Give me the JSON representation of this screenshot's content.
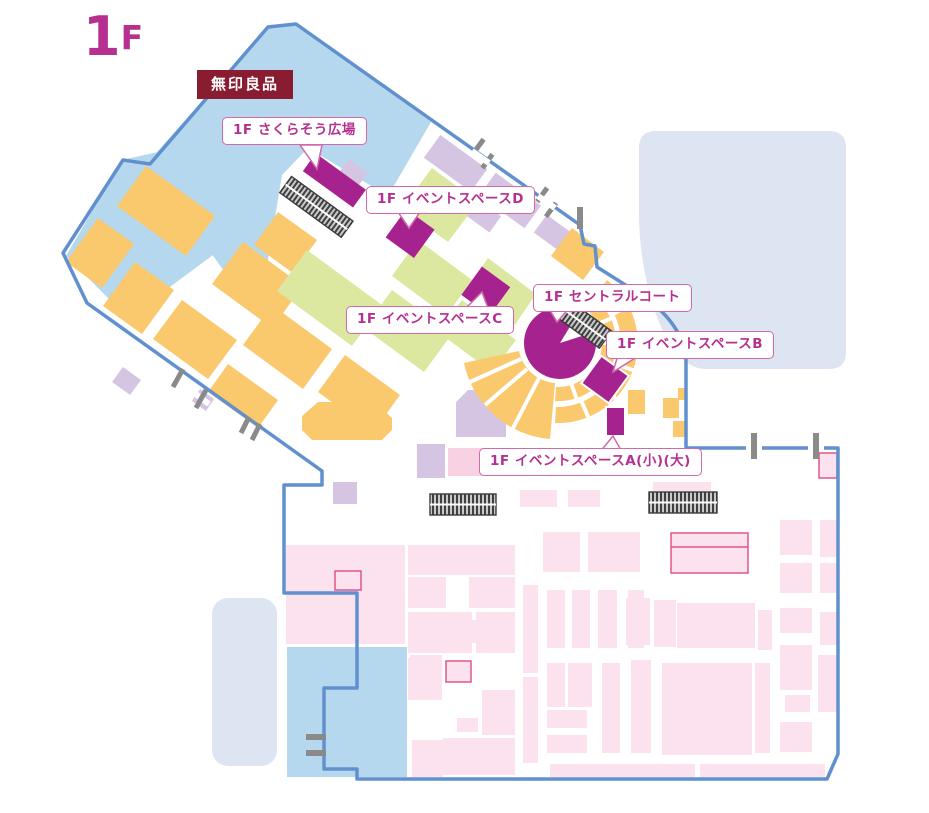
{
  "floor_label": {
    "number": "1",
    "letter": "F"
  },
  "store_badge": {
    "label": "無印良品"
  },
  "event_labels": [
    {
      "id": "sakuraso-plaza",
      "text": "1F さくらそう広場"
    },
    {
      "id": "event-space-d",
      "text": "1F イベントスペースD"
    },
    {
      "id": "event-space-c",
      "text": "1F イベントスペースC"
    },
    {
      "id": "central-court",
      "text": "1F セントラルコート"
    },
    {
      "id": "event-space-b",
      "text": "1F イベントスペースB"
    },
    {
      "id": "event-space-a",
      "text": "1F イベントスペースA(小)(大)"
    }
  ],
  "map": {
    "colors": {
      "outline": "#6190ce",
      "shop_pink": "#fbe2ee",
      "shop_pink_strong": "#f8d2e2",
      "shop_orange": "#fac86d",
      "shop_green": "#dce89f",
      "shop_lavender": "#d5c5e2",
      "area_blue": "#b5d8ee",
      "area_pale": "#dde5f2",
      "event_magenta": "#a6238f",
      "label_text": "#b5308f",
      "label_border": "#d06aab",
      "badge_bg": "#8a1c31",
      "escalator_dark": "#3f3f3f",
      "entrance_gray": "#8a8a8a",
      "pink_border": "#e0568c"
    }
  }
}
